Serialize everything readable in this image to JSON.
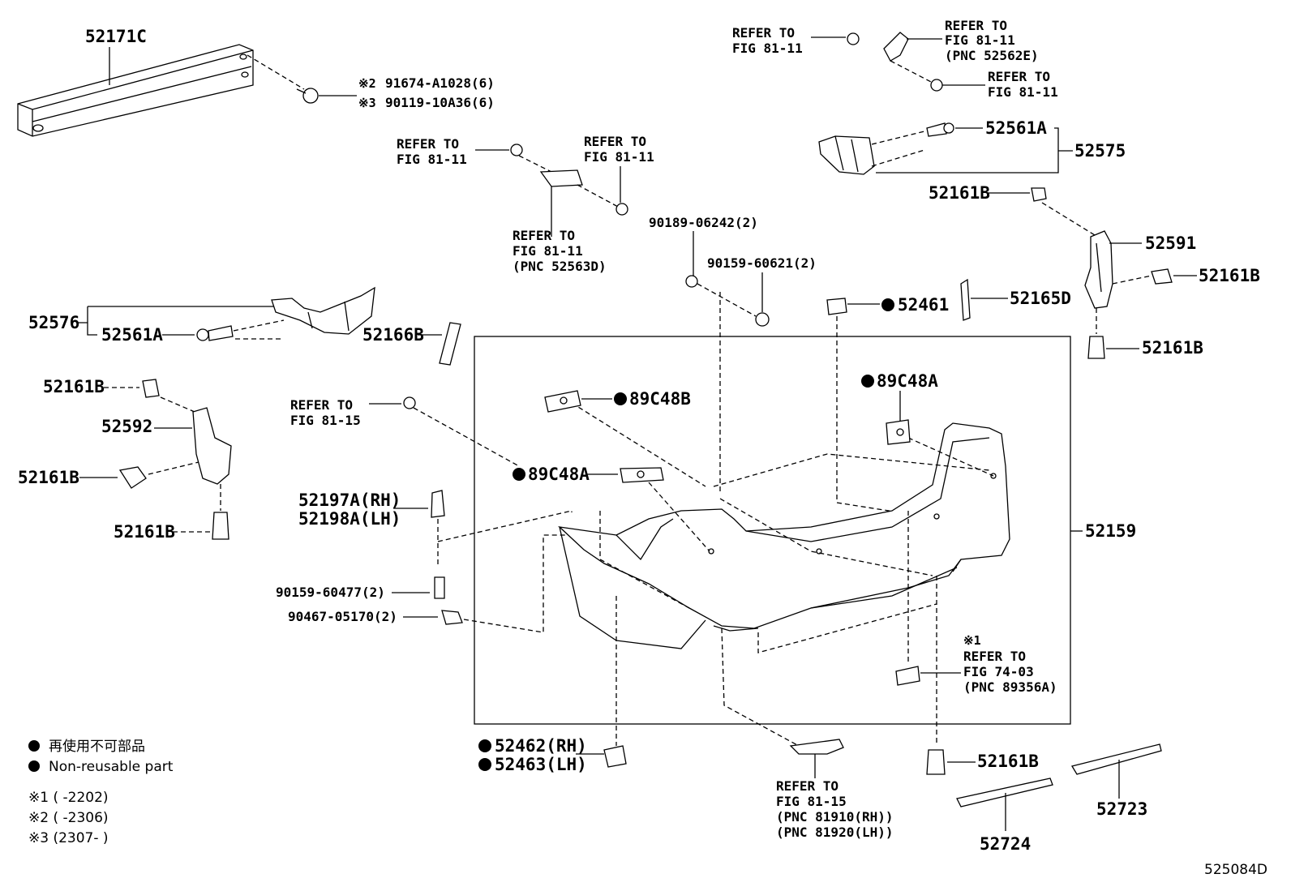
{
  "diagram_id": "525084D",
  "labels": {
    "p52171C": "52171C",
    "p91674": "91674-A1028(6)",
    "p90119": "90119-10A36(6)",
    "mark2": "※2",
    "mark3": "※3",
    "refer_to": "REFER TO",
    "fig_81_11": "FIG 81-11",
    "fig_81_15": "FIG 81-15",
    "fig_74_03": "FIG 74-03",
    "pnc_52562E": "(PNC 52562E)",
    "pnc_52563D": "(PNC 52563D)",
    "pnc_89356A": "(PNC 89356A)",
    "pnc_81910": "(PNC 81910(RH))",
    "pnc_81920": "(PNC 81920(LH))",
    "p52561A": "52561A",
    "p52575": "52575",
    "p52161B": "52161B",
    "p52591": "52591",
    "p90189": "90189-06242(2)",
    "p90159_60621": "90159-60621(2)",
    "p52461": "52461",
    "p52165D": "52165D",
    "p52576": "52576",
    "p52166B": "52166B",
    "p52592": "52592",
    "p89C48A": "89C48A",
    "p89C48B": "89C48B",
    "p52197A": "52197A(RH)",
    "p52198A": "52198A(LH)",
    "p90159_60477": "90159-60477(2)",
    "p90467": "90467-05170(2)",
    "p52159": "52159",
    "mark1": "※1",
    "p52462": "52462(RH)",
    "p52463": "52463(LH)",
    "p52723": "52723",
    "p52724": "52724"
  },
  "legend": {
    "nonreusable_jp": "再使用不可部品",
    "nonreusable_en": "Non-reusable part",
    "note1": "※1 (      -2202)",
    "note2": "※2 (      -2306)",
    "note3": "※3 (2307-      )"
  }
}
